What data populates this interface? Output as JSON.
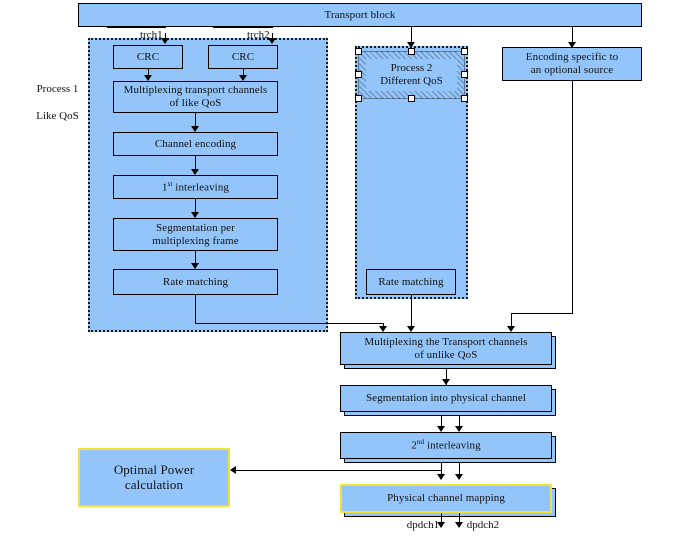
{
  "diagram": {
    "title": "3GPP transport channel multiplexing and physical channel mapping flowchart",
    "colors": {
      "block_fill": "#93c5fa",
      "block_border": "#000000",
      "highlight_border": "#f2e23a",
      "background": "#ffffff",
      "connector": "#000000"
    }
  },
  "blocks": {
    "transport_block": "Transport block",
    "crc_1": "CRC",
    "crc_2": "CRC",
    "multiplexing_like_qos_line1": "Multiplexing transport channels",
    "multiplexing_like_qos_line2": "of like QoS",
    "channel_encoding": "Channel encoding",
    "first_interleaving_prefix": "1",
    "first_interleaving_sup": "st",
    "first_interleaving_suffix": " interleaving",
    "segmentation_per_mux_line1": "Segmentation per",
    "segmentation_per_mux_line2": "multiplexing frame",
    "rate_matching_left": "Rate matching",
    "rate_matching_right": "Rate matching",
    "encoding_optional_line1": "Encoding specific to",
    "encoding_optional_line2": "an optional source",
    "mux_unlike_qos_line1": "Multiplexing the Transport channels",
    "mux_unlike_qos_line2": "of unlike QoS",
    "segmentation_physical": "Segmentation into physical channel",
    "second_interleaving_prefix": "2",
    "second_interleaving_sup": "nd",
    "second_interleaving_suffix": " interleaving",
    "physical_channel_mapping": "Physical channel mapping",
    "optimal_power_line1": "Optimal Power",
    "optimal_power_line2": "calculation"
  },
  "regions": {
    "process1_line1": "Process 1",
    "process1_line2": "Like QoS",
    "process2_line1": "Process 2",
    "process2_line2": "Different QoS"
  },
  "labels": {
    "trch1": "trch1",
    "trch2": "trch2",
    "dpdch1": "dpdch1",
    "dpdch2": "dpdch2"
  }
}
